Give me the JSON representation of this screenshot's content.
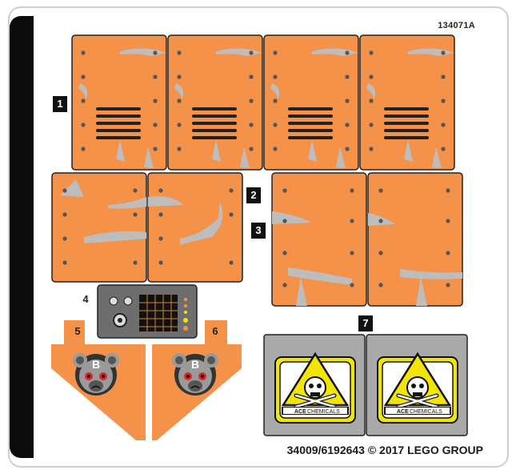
{
  "sheet": {
    "id_code": "134071A",
    "copyright": "34009/6192643 © 2017 LEGO GROUP",
    "colors": {
      "orange": "#f4924a",
      "grey_panel": "#a9a9a9",
      "dark_panel": "#6e6e6e",
      "yellow": "#f2e600"
    }
  },
  "sticker_numbers": [
    "1",
    "2",
    "3",
    "4",
    "5",
    "6",
    "7"
  ],
  "bear_badge_letter": "B",
  "warning_label": {
    "ace": "ACE",
    "chemicals": "CHEMICALS"
  }
}
